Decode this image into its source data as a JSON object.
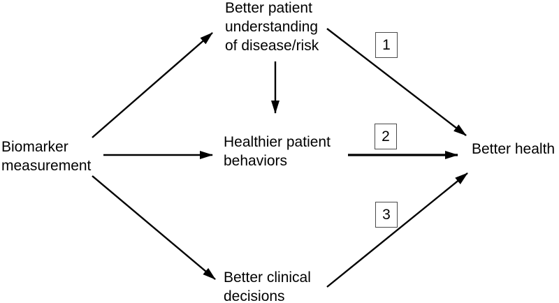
{
  "diagram": {
    "nodes": {
      "biomarker": {
        "label": "Biomarker\nmeasurement"
      },
      "understanding": {
        "label": "Better patient\nunderstanding\nof disease/risk"
      },
      "behaviors": {
        "label": "Healthier patient\nbehaviors"
      },
      "decisions": {
        "label": "Better clinical\ndecisions"
      },
      "health": {
        "label": "Better health"
      }
    },
    "path_labels": {
      "pathway_1": "1",
      "pathway_2": "2",
      "pathway_3": "3"
    },
    "colors": {
      "background": "#ffffff",
      "line": "#000000",
      "text": "#000000",
      "box_border": "#4a4a4a"
    }
  }
}
